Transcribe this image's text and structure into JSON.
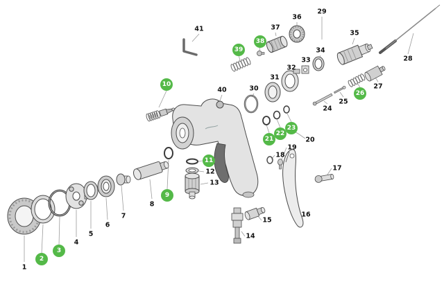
{
  "diagram": {
    "kind": "exploded-parts-diagram",
    "subject": "spray gun exploded view with numbered parts",
    "highlight_color": "#54b948",
    "line_color": "#999999",
    "parts": [
      {
        "num": "1",
        "highlighted": false
      },
      {
        "num": "2",
        "highlighted": true
      },
      {
        "num": "3",
        "highlighted": true
      },
      {
        "num": "4",
        "highlighted": false
      },
      {
        "num": "5",
        "highlighted": false
      },
      {
        "num": "6",
        "highlighted": false
      },
      {
        "num": "7",
        "highlighted": false
      },
      {
        "num": "8",
        "highlighted": false
      },
      {
        "num": "9",
        "highlighted": true
      },
      {
        "num": "10",
        "highlighted": true
      },
      {
        "num": "11",
        "highlighted": true
      },
      {
        "num": "12",
        "highlighted": false
      },
      {
        "num": "13",
        "highlighted": false
      },
      {
        "num": "14",
        "highlighted": false
      },
      {
        "num": "15",
        "highlighted": false
      },
      {
        "num": "16",
        "highlighted": false
      },
      {
        "num": "17",
        "highlighted": false
      },
      {
        "num": "18",
        "highlighted": false
      },
      {
        "num": "19",
        "highlighted": false
      },
      {
        "num": "20",
        "highlighted": false
      },
      {
        "num": "21",
        "highlighted": true
      },
      {
        "num": "22",
        "highlighted": true
      },
      {
        "num": "23",
        "highlighted": true
      },
      {
        "num": "24",
        "highlighted": false
      },
      {
        "num": "25",
        "highlighted": false
      },
      {
        "num": "26",
        "highlighted": true
      },
      {
        "num": "27",
        "highlighted": false
      },
      {
        "num": "28",
        "highlighted": false
      },
      {
        "num": "29",
        "highlighted": false
      },
      {
        "num": "30",
        "highlighted": false
      },
      {
        "num": "31",
        "highlighted": false
      },
      {
        "num": "32",
        "highlighted": false
      },
      {
        "num": "33",
        "highlighted": false
      },
      {
        "num": "34",
        "highlighted": false
      },
      {
        "num": "35",
        "highlighted": false
      },
      {
        "num": "36",
        "highlighted": false
      },
      {
        "num": "37",
        "highlighted": false
      },
      {
        "num": "38",
        "highlighted": true
      },
      {
        "num": "39",
        "highlighted": true
      },
      {
        "num": "40",
        "highlighted": false
      },
      {
        "num": "41",
        "highlighted": false
      }
    ]
  }
}
